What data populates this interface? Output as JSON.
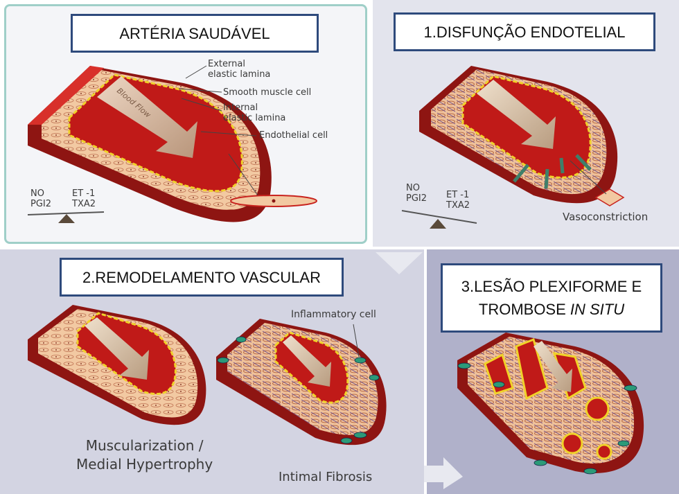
{
  "panels": {
    "healthy": {
      "title": "ARTÉRIA SAUDÁVEL",
      "labels": {
        "external_lamina_1": "External",
        "external_lamina_2": "elastic lamina",
        "smooth_muscle": "Smooth muscle cell",
        "internal_lamina_1": "Internal",
        "internal_lamina_2": "elastic lamina",
        "endothelial": "Endothelial  cell",
        "blood_flow": "Blood Flow"
      },
      "balance": {
        "left_top": "NO",
        "left_bottom": "PGI2",
        "right_top": "ET -1",
        "right_bottom": "TXA2"
      }
    },
    "dysfunction": {
      "title": "1.DISFUNÇÃO ENDOTELIAL",
      "labels": {
        "vasoconstriction": "Vasoconstriction"
      },
      "balance": {
        "left_top": "NO",
        "left_bottom": "PGI2",
        "right_top": "ET -1",
        "right_bottom": "TXA2"
      }
    },
    "remodeling": {
      "title": "2.REMODELAMENTO VASCULAR",
      "labels": {
        "inflammatory": "Inflammatory cell",
        "muscularization_1": "Muscularization /",
        "muscularization_2": "Medial Hypertrophy",
        "fibrosis": "Intimal Fibrosis"
      }
    },
    "plexiform": {
      "title_line1": "3.LESÃO PLEXIFORME E",
      "title_line2_plain": "TROMBOSE ",
      "title_line2_italic": "IN SITU"
    }
  },
  "colors": {
    "outer_wall": "#c8221e",
    "wall_dark": "#8e1512",
    "media": "#f2c9a2",
    "lumen": "#c01a18",
    "elastic_lamina": "#f0d22a",
    "arrow": "#d8c1a3",
    "inflammatory_cell": "#2c9a78",
    "title_border": "#2e4a7c"
  }
}
